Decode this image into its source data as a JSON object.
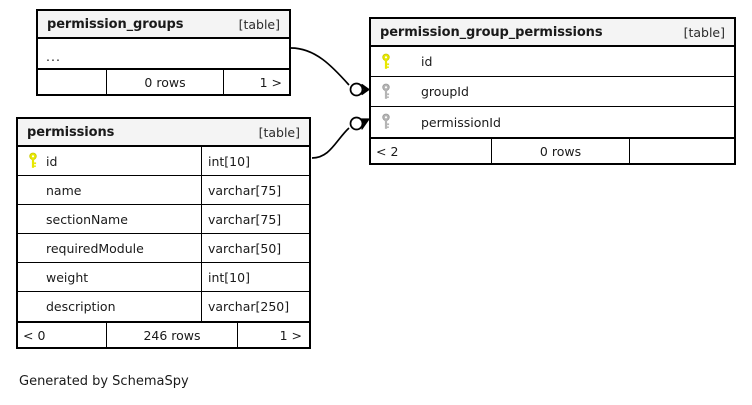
{
  "diagram": {
    "caption": "Generated by SchemaSpy",
    "table_tag": "[table]",
    "colors": {
      "primary_key_icon": "#e8e800",
      "foreign_key_icon": "#a8a8a8",
      "border": "#000000",
      "header_background": "#f4f4f4",
      "page_background": "#ffffff"
    }
  },
  "tables": [
    {
      "id": "permission_groups",
      "name": "permission_groups",
      "tag": "[table]",
      "columns": [
        {
          "name": "...",
          "type": "",
          "key": "none"
        }
      ],
      "footer": {
        "prev": "",
        "rows": "0 rows",
        "next": "1 >"
      }
    },
    {
      "id": "permissions",
      "name": "permissions",
      "tag": "[table]",
      "columns": [
        {
          "name": "id",
          "type": "int[10]",
          "key": "primary"
        },
        {
          "name": "name",
          "type": "varchar[75]",
          "key": "none"
        },
        {
          "name": "sectionName",
          "type": "varchar[75]",
          "key": "none"
        },
        {
          "name": "requiredModule",
          "type": "varchar[50]",
          "key": "none"
        },
        {
          "name": "weight",
          "type": "int[10]",
          "key": "none"
        },
        {
          "name": "description",
          "type": "varchar[250]",
          "key": "none"
        }
      ],
      "footer": {
        "prev": "< 0",
        "rows": "246 rows",
        "next": "1 >"
      }
    },
    {
      "id": "permission_group_permissions",
      "name": "permission_group_permissions",
      "tag": "[table]",
      "columns": [
        {
          "name": "id",
          "type": "",
          "key": "primary"
        },
        {
          "name": "groupId",
          "type": "",
          "key": "foreign"
        },
        {
          "name": "permissionId",
          "type": "",
          "key": "foreign"
        }
      ],
      "footer": {
        "prev": "< 2",
        "rows": "0 rows",
        "next": ""
      }
    }
  ],
  "relationships": [
    {
      "from_table": "permission_groups",
      "to_table": "permission_group_permissions",
      "to_column": "groupId",
      "from_cardinality": "zero-or-one",
      "to_cardinality": "many"
    },
    {
      "from_table": "permissions",
      "from_column": "id",
      "to_table": "permission_group_permissions",
      "to_column": "permissionId",
      "from_cardinality": "zero-or-one",
      "to_cardinality": "many"
    }
  ]
}
